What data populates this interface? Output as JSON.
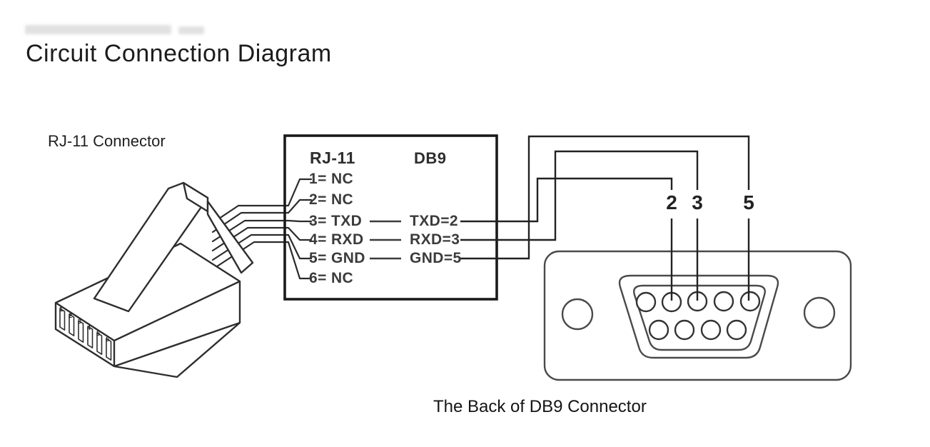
{
  "title": "Circuit Connection Diagram",
  "rj11": {
    "label": "RJ-11 Connector",
    "pin_numbers": [
      "1",
      "2",
      "3",
      "4",
      "5",
      "6"
    ]
  },
  "mapping_box": {
    "left_header": "RJ-11",
    "right_header": "DB9",
    "rows": [
      {
        "left": "1= NC",
        "right": ""
      },
      {
        "left": "2= NC",
        "right": ""
      },
      {
        "left": "3= TXD",
        "right": "TXD=2"
      },
      {
        "left": "4= RXD",
        "right": "RXD=3"
      },
      {
        "left": "5= GND",
        "right": "GND=5"
      },
      {
        "left": "6= NC",
        "right": ""
      }
    ]
  },
  "db9": {
    "caption": "The Back of DB9 Connector",
    "pin_labels": [
      "2",
      "3",
      "5"
    ]
  },
  "connections": [
    {
      "rj11_pin": "3",
      "signal": "TXD",
      "db9_pin": "2"
    },
    {
      "rj11_pin": "4",
      "signal": "RXD",
      "db9_pin": "3"
    },
    {
      "rj11_pin": "5",
      "signal": "GND",
      "db9_pin": "5"
    }
  ],
  "colors": {
    "line": "#2b2b2b",
    "shell": "#4a4a4a",
    "text": "#3b3b3b",
    "background": "#ffffff"
  }
}
